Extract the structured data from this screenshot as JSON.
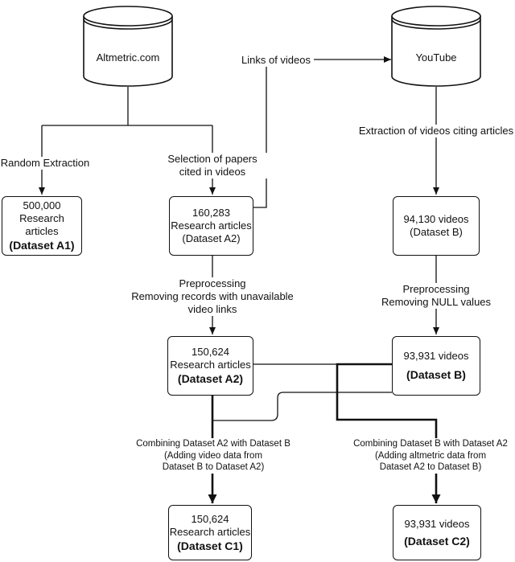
{
  "databases": {
    "altmetric": "Altmetric.com",
    "youtube": "YouTube"
  },
  "boxes": {
    "a1": {
      "line1": "500,000",
      "line2": "Research articles",
      "line3": "(Dataset A1)"
    },
    "a2_initial": {
      "line1": "160,283",
      "line2": "Research articles",
      "line3": "(Dataset A2)"
    },
    "b_initial": {
      "line1": "94,130 videos",
      "line2": "(Dataset B)"
    },
    "a2_clean": {
      "line1": "150,624",
      "line2": "Research articles",
      "line3": "(Dataset A2)"
    },
    "b_clean": {
      "line1": "93,931 videos",
      "line2": "(Dataset B)"
    },
    "c1": {
      "line1": "150,624",
      "line2": "Research articles",
      "line3": "(Dataset C1)"
    },
    "c2": {
      "line1": "93,931 videos",
      "line2": "(Dataset C2)"
    }
  },
  "labels": {
    "random": "Random Extraction",
    "selection1": "Selection of papers",
    "selection2": "cited in videos",
    "links": "Links of videos",
    "extraction": "Extraction of videos citing articles",
    "pre_a_1": "Preprocessing",
    "pre_a_2": "Removing records with unavailable",
    "pre_a_3": "video links",
    "pre_b_1": "Preprocessing",
    "pre_b_2": "Removing NULL values",
    "comb_a_1": "Combining Dataset A2 with Dataset B",
    "comb_a_2": "(Adding video data from",
    "comb_a_3": "Dataset B to Dataset A2)",
    "comb_b_1": "Combining Dataset B with Dataset A2",
    "comb_b_2": "(Adding altmetric data from",
    "comb_b_3": "Dataset A2 to Dataset B)"
  }
}
